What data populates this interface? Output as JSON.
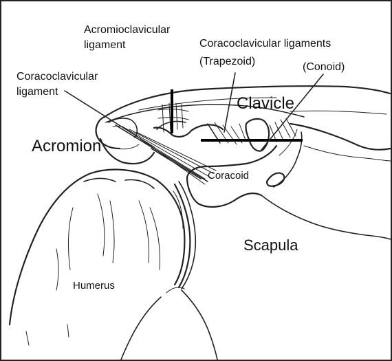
{
  "labels": {
    "acromioclavicular_ligament_line1": "Acromioclavicular",
    "acromioclavicular_ligament_line2": "ligament",
    "coracoclavicular_ligaments_line1": "Coracoclavicular ligaments",
    "trapezoid": "(Trapezoid)",
    "conoid": "(Conoid)",
    "coracoclavicular_ligament_line1": "Coracoclavicular",
    "coracoclavicular_ligament_line2": "ligament",
    "clavicle": "Clavicle",
    "acromion": "Acromion",
    "coracoid": "Coracoid",
    "scapula": "Scapula",
    "humerus": "Humerus"
  }
}
